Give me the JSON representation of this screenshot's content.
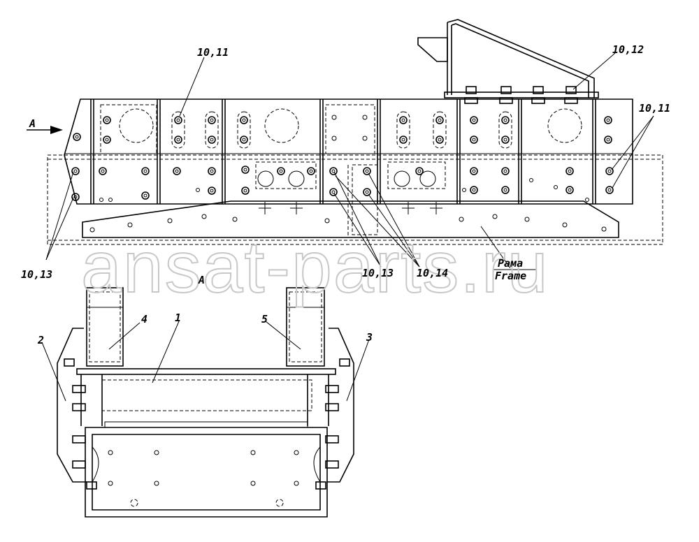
{
  "labels": {
    "callout_10_11_top": "10,11",
    "callout_10_12": "10,12",
    "callout_10_11_right": "10,11",
    "callout_10_13_left": "10,13",
    "callout_10_13_mid": "10,13",
    "callout_10_14": "10,14",
    "frame_ru": "Рама",
    "frame_en": "Frame",
    "view_a_arrow": "A",
    "view_a_title": "A",
    "part_1": "1",
    "part_2": "2",
    "part_3": "3",
    "part_4": "4",
    "part_5": "5"
  },
  "watermark": "ansat-parts.ru"
}
